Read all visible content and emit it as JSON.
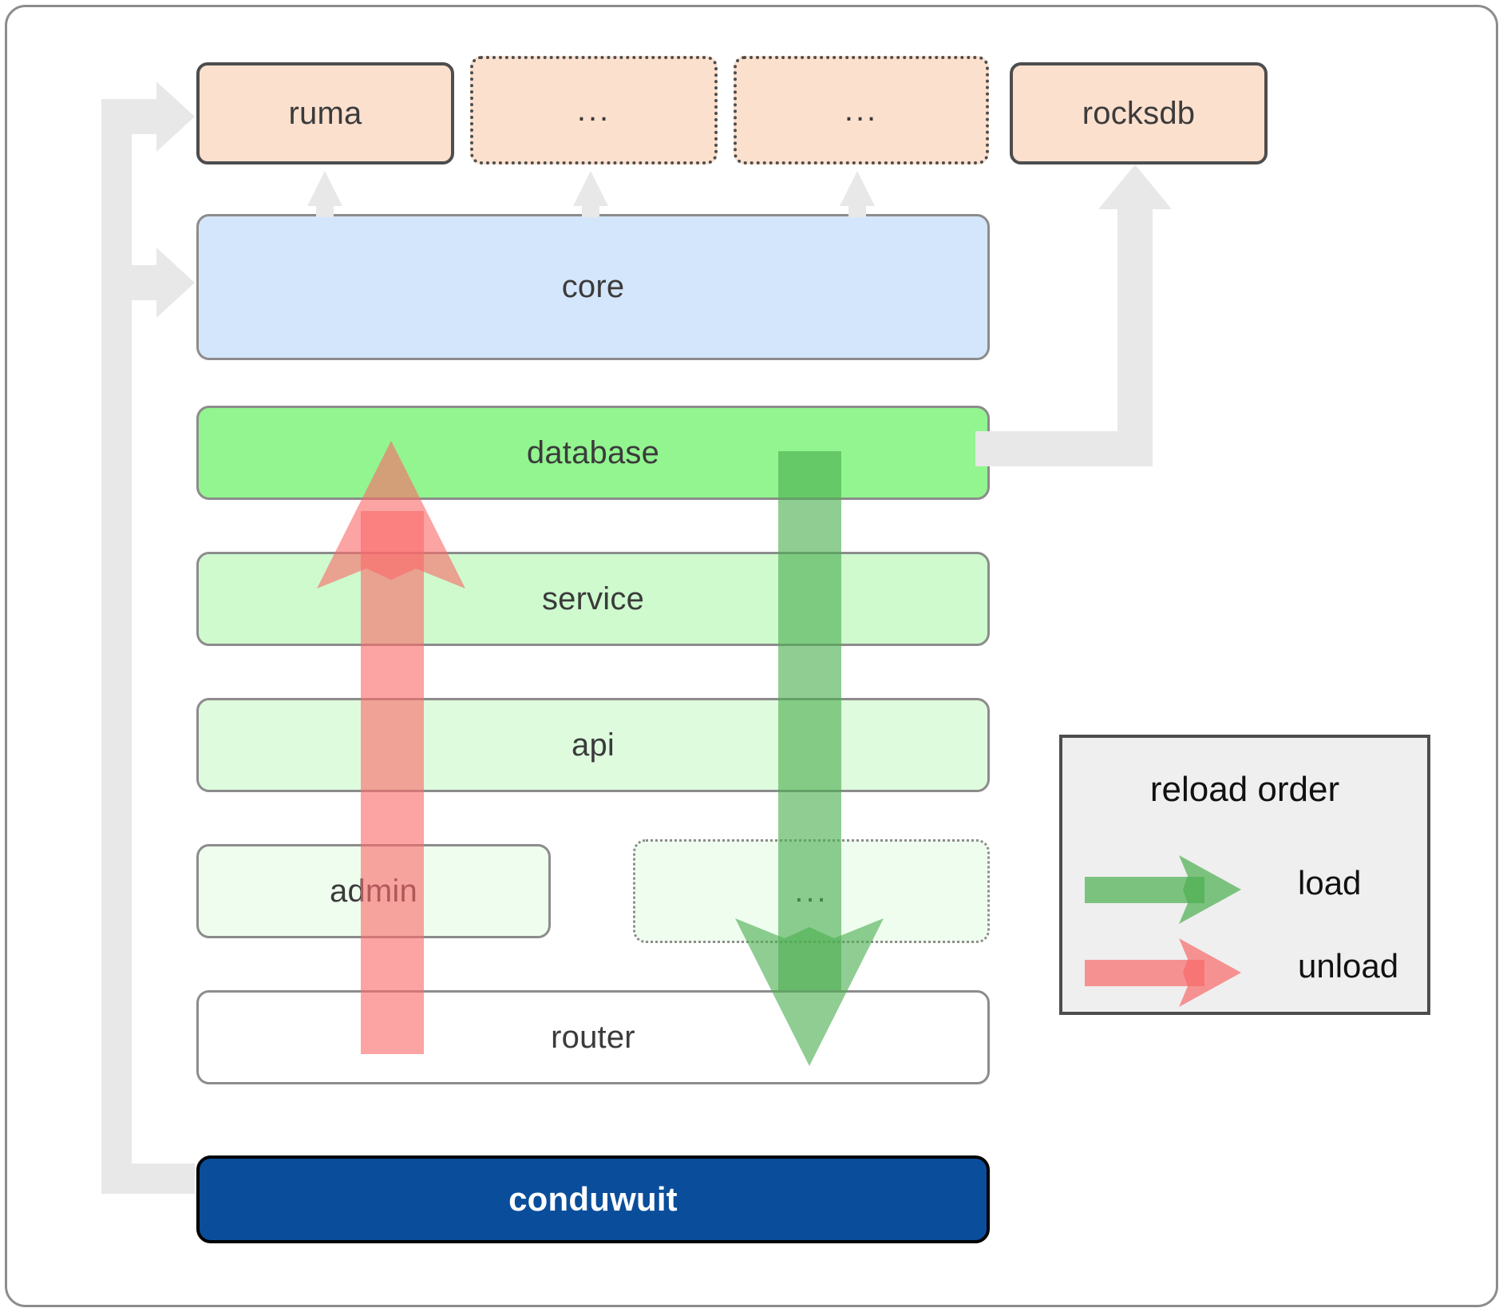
{
  "diagram": {
    "title": "conduwuit crate dependency / reload order diagram",
    "colors": {
      "crate_fill": "#fce0ce",
      "crate_border": "#4d4d4d",
      "core_fill": "#d4e6fb",
      "database_fill": "#92f58f",
      "service_fill": "#ceface",
      "api_fill": "#dffbdd",
      "admin_fill": "#effdee",
      "router_fill": "#ffffff",
      "conduwuit_fill": "#0a4e9b",
      "conduwuit_text": "#ffffff",
      "load_arrow": "#4caf50",
      "unload_arrow": "#fa6a6a",
      "connector": "#e8e8e8",
      "legend_fill": "#efefef"
    },
    "top_row": [
      {
        "id": "ruma",
        "label": "ruma",
        "style": "solid"
      },
      {
        "id": "dots1",
        "label": "...",
        "style": "dotted"
      },
      {
        "id": "dots2",
        "label": "...",
        "style": "dotted"
      },
      {
        "id": "rocksdb",
        "label": "rocksdb",
        "style": "solid"
      }
    ],
    "core": {
      "id": "core",
      "label": "core"
    },
    "layers": [
      {
        "id": "database",
        "label": "database",
        "style": "solid"
      },
      {
        "id": "service",
        "label": "service",
        "style": "solid"
      },
      {
        "id": "api",
        "label": "api",
        "style": "solid"
      },
      {
        "id": "admin",
        "label": "admin",
        "style": "solid"
      },
      {
        "id": "dots3",
        "label": "...",
        "style": "dotted"
      },
      {
        "id": "router",
        "label": "router",
        "style": "solid"
      }
    ],
    "binary": {
      "id": "conduwuit",
      "label": "conduwuit"
    },
    "legend": {
      "title": "reload order",
      "items": [
        {
          "id": "load",
          "label": "load",
          "color": "#4caf50",
          "direction": "right"
        },
        {
          "id": "unload",
          "label": "unload",
          "color": "#fa6a6a",
          "direction": "right"
        }
      ]
    },
    "flow_arrows": [
      {
        "id": "unload-arrow",
        "label": "unload",
        "direction": "up",
        "color": "#fa6a6a",
        "from": "router",
        "to": "database"
      },
      {
        "id": "load-arrow",
        "label": "load",
        "direction": "down",
        "color": "#4caf50",
        "from": "database",
        "to": "router"
      }
    ],
    "connectors": [
      {
        "id": "conduwuit-to-ruma",
        "from": "conduwuit",
        "to": "ruma"
      },
      {
        "id": "conduwuit-to-core",
        "from": "conduwuit",
        "to": "core"
      },
      {
        "id": "database-to-rocksdb",
        "from": "database",
        "to": "rocksdb"
      },
      {
        "id": "core-to-ruma",
        "from": "core",
        "to": "ruma"
      },
      {
        "id": "core-to-dots1",
        "from": "core",
        "to": "dots1"
      },
      {
        "id": "core-to-dots2",
        "from": "core",
        "to": "dots2"
      }
    ]
  }
}
